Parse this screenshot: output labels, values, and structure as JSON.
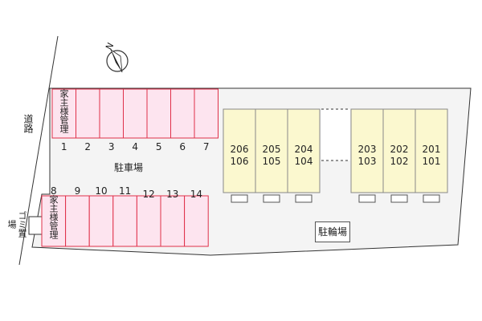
{
  "map": {
    "north_label": "N",
    "road_label": "道路",
    "parking_label": "駐車場",
    "bicycle_parking_label": "駐輪場",
    "garbage_label": "ゴミ置場",
    "owner_label": "家主様管理",
    "parking_row_top": [
      "1",
      "2",
      "3",
      "4",
      "5",
      "6",
      "7"
    ],
    "parking_row_bottom": [
      "8",
      "9",
      "10",
      "11",
      "12",
      "13",
      "14"
    ],
    "units_left": [
      {
        "upper": "206",
        "lower": "106"
      },
      {
        "upper": "205",
        "lower": "105"
      },
      {
        "upper": "204",
        "lower": "104"
      }
    ],
    "units_right": [
      {
        "upper": "203",
        "lower": "103"
      },
      {
        "upper": "202",
        "lower": "102"
      },
      {
        "upper": "201",
        "lower": "101"
      }
    ],
    "colors": {
      "parking_fill": "#fde4ef",
      "parking_stroke": "#e0304a",
      "unit_fill": "#fbf8cf",
      "unit_stroke": "#888888",
      "site_fill": "#f4f4f4",
      "site_stroke": "#333333"
    }
  }
}
